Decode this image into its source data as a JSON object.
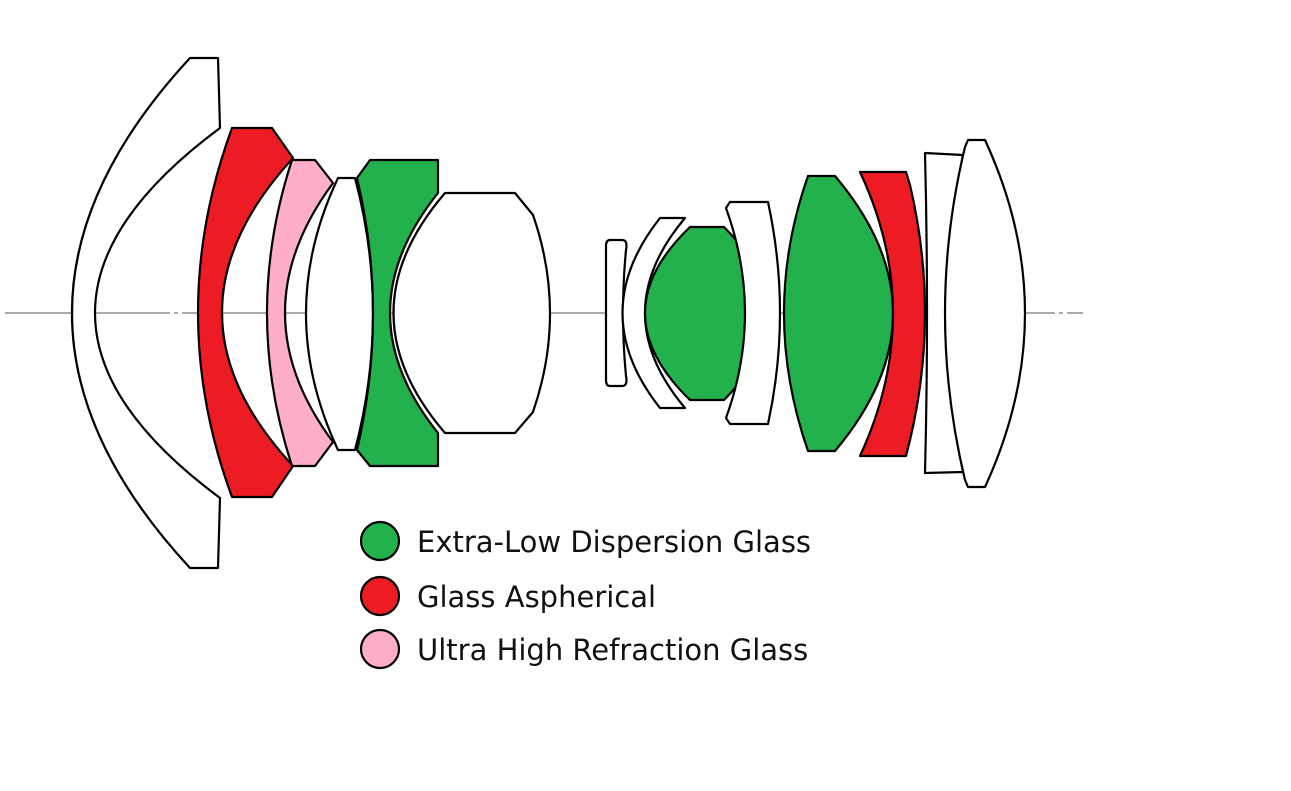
{
  "colors": {
    "extra_low_dispersion": "#22b14c",
    "aspherical": "#ed1c24",
    "ultra_high_refraction": "#ffaec9",
    "standard": "#ffffff"
  },
  "elements": [
    {
      "name": "element-1",
      "type": "standard"
    },
    {
      "name": "element-2",
      "type": "aspherical"
    },
    {
      "name": "element-3",
      "type": "ultra_high_refraction"
    },
    {
      "name": "element-4",
      "type": "standard"
    },
    {
      "name": "element-5",
      "type": "extra_low_dispersion"
    },
    {
      "name": "element-6",
      "type": "standard"
    },
    {
      "name": "element-7",
      "type": "standard"
    },
    {
      "name": "element-8",
      "type": "standard"
    },
    {
      "name": "element-9",
      "type": "extra_low_dispersion"
    },
    {
      "name": "element-10",
      "type": "standard"
    },
    {
      "name": "element-11",
      "type": "extra_low_dispersion"
    },
    {
      "name": "element-12",
      "type": "aspherical"
    },
    {
      "name": "element-13",
      "type": "standard"
    },
    {
      "name": "element-14",
      "type": "standard"
    }
  ],
  "legend": [
    {
      "label": "Extra-Low Dispersion Glass",
      "type": "extra_low_dispersion"
    },
    {
      "label": "Glass Aspherical",
      "type": "aspherical"
    },
    {
      "label": "Ultra High Refraction Glass",
      "type": "ultra_high_refraction"
    }
  ]
}
